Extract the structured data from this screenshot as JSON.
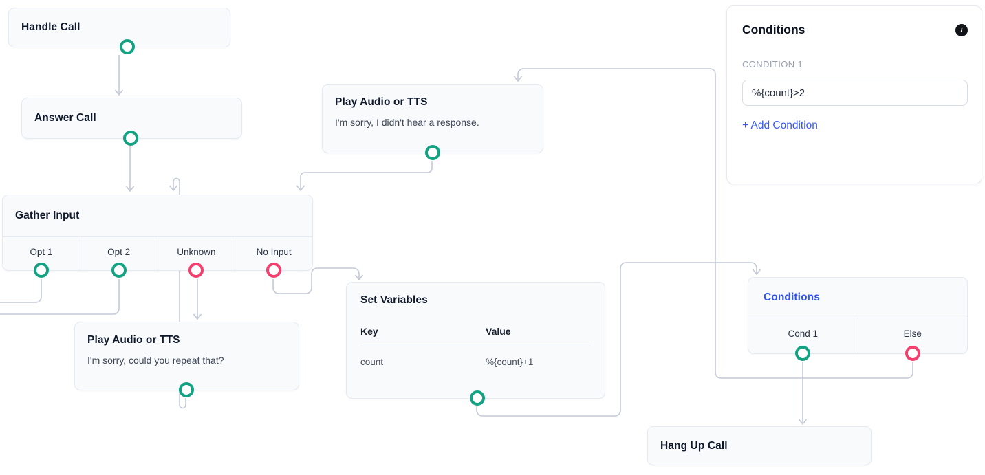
{
  "colors": {
    "success_port": "#14a382",
    "fail_port": "#f43f6e",
    "edge": "#c3c9d6",
    "selected_title": "#2f52f3",
    "link_blue": "#3558f4"
  },
  "nodes": {
    "handle_call": {
      "title": "Handle Call"
    },
    "answer_call": {
      "title": "Answer Call"
    },
    "gather_input": {
      "title": "Gather Input",
      "outputs": [
        {
          "label": "Opt 1",
          "type": "success"
        },
        {
          "label": "Opt 2",
          "type": "success"
        },
        {
          "label": "Unknown",
          "type": "fail"
        },
        {
          "label": "No Input",
          "type": "fail"
        }
      ]
    },
    "play_audio_no_response": {
      "title": "Play Audio or TTS",
      "body": "I'm sorry, I didn't hear a response."
    },
    "play_audio_repeat": {
      "title": "Play Audio or TTS",
      "body": "I'm sorry, could you repeat that?"
    },
    "set_variables": {
      "title": "Set Variables",
      "columns": [
        "Key",
        "Value"
      ],
      "rows": [
        [
          "count",
          "%{count}+1"
        ]
      ]
    },
    "conditions_node": {
      "title": "Conditions",
      "outputs": [
        {
          "label": "Cond 1",
          "type": "success"
        },
        {
          "label": "Else",
          "type": "fail"
        }
      ]
    },
    "hang_up_call": {
      "title": "Hang Up Call"
    }
  },
  "panel": {
    "title": "Conditions",
    "info_icon": "i",
    "section_label": "CONDITION 1",
    "condition_value": "%{count}>2",
    "add_condition_label": "+ Add Condition"
  }
}
